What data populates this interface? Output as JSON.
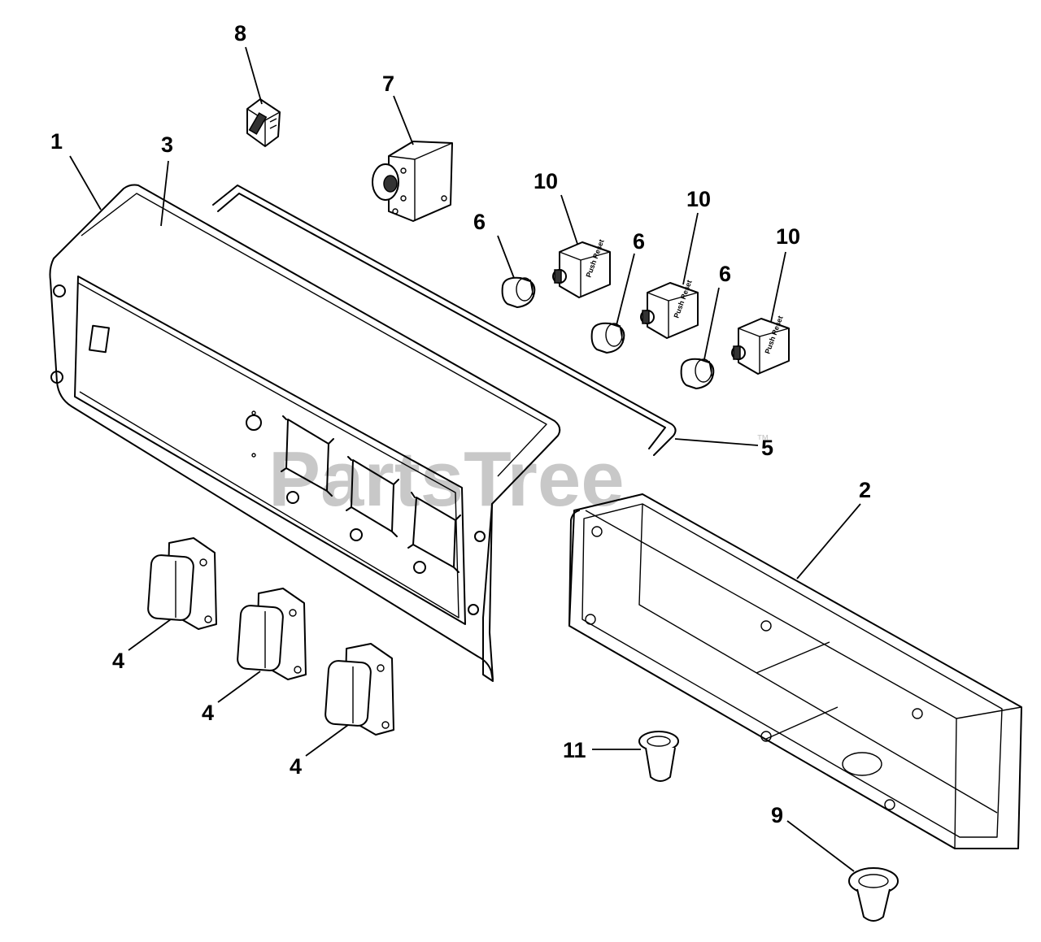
{
  "watermark": {
    "text": "PartsTree",
    "trademark": "™"
  },
  "callouts": {
    "c1": "1",
    "c2": "2",
    "c3": "3",
    "c4a": "4",
    "c4b": "4",
    "c4c": "4",
    "c5": "5",
    "c6a": "6",
    "c6b": "6",
    "c6c": "6",
    "c7": "7",
    "c8": "8",
    "c9": "9",
    "c10a": "10",
    "c10b": "10",
    "c10c": "10",
    "c11": "11"
  },
  "part_label": "Push Reset"
}
